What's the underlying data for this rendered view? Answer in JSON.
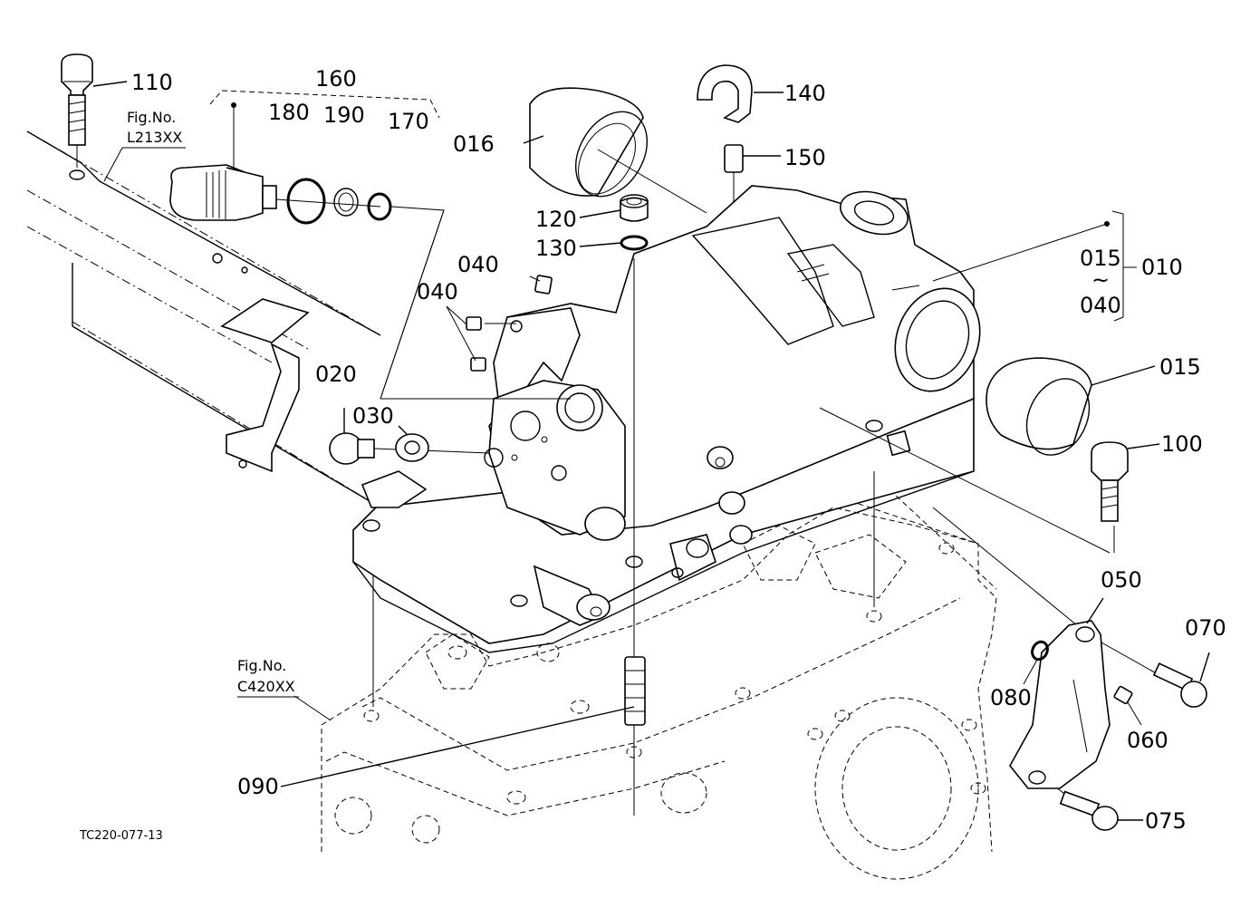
{
  "drawing": {
    "code": "TC220-077-13",
    "refs": [
      {
        "id": "fig-ref-l213",
        "prefix": "Fig.No.",
        "number": "L213XX"
      },
      {
        "id": "fig-ref-c420",
        "prefix": "Fig.No.",
        "number": "C420XX"
      }
    ],
    "callouts": {
      "p110": "110",
      "p160": "160",
      "p180": "180",
      "p190": "190",
      "p170": "170",
      "p016": "016",
      "p140": "140",
      "p150": "150",
      "p120": "120",
      "p130": "130",
      "p040a": "040",
      "p040b": "040",
      "p015a": "015",
      "p015b": "015",
      "p010": "010",
      "p040c": "040",
      "tilde": "~",
      "p020": "020",
      "p030": "030",
      "p100": "100",
      "p050": "050",
      "p070": "070",
      "p080": "080",
      "p060": "060",
      "p075": "075",
      "p090": "090"
    }
  }
}
